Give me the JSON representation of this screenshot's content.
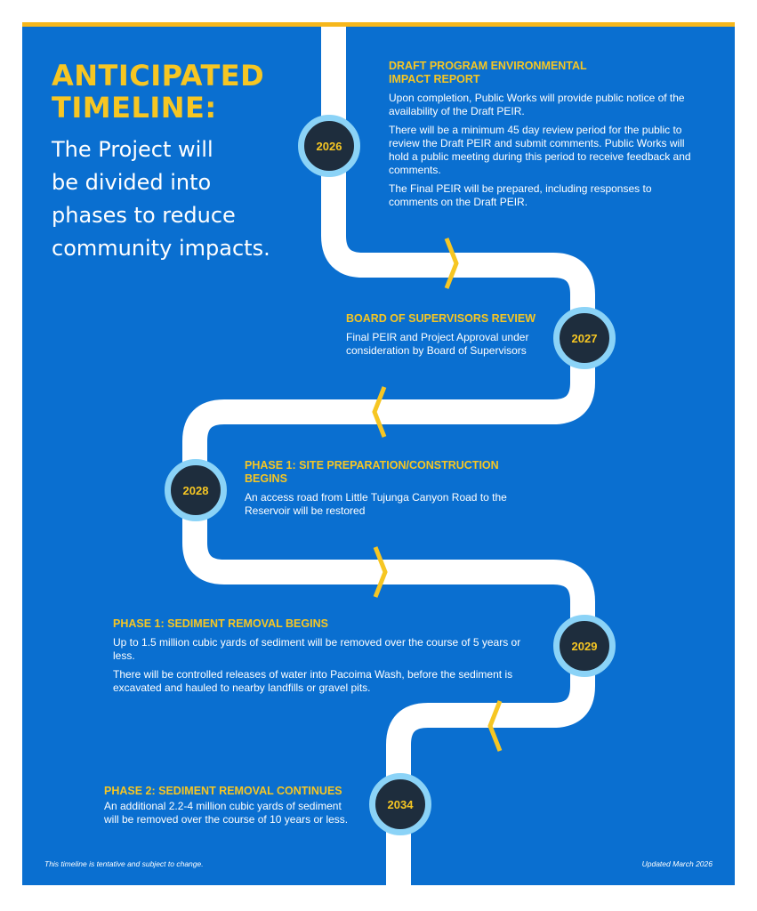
{
  "header": {
    "title_lines": [
      "ANTICIPATED",
      "TIMELINE:"
    ],
    "subtitle_lines": [
      "The Project will",
      "be divided into",
      "phases to reduce",
      "community impacts."
    ]
  },
  "milestones": [
    {
      "year": "2026",
      "heading_lines": [
        "DRAFT PROGRAM ENVIRONMENTAL",
        "IMPACT REPORT"
      ],
      "paragraphs": [
        "Upon completion, Public Works will provide public notice of the availability of the Draft PEIR.",
        "There will be a minimum 45 day review period for the public to review the Draft PEIR and submit comments. Public Works will hold a public meeting during this period to receive feedback and comments.",
        "The Final PEIR will be prepared, including responses to comments on the Draft PEIR."
      ]
    },
    {
      "year": "2027",
      "heading_lines": [
        "BOARD OF SUPERVISORS REVIEW"
      ],
      "paragraphs": [
        "Final PEIR and Project Approval under consideration by Board of Supervisors"
      ]
    },
    {
      "year": "2028",
      "heading_lines": [
        "PHASE 1:  SITE PREPARATION/CONSTRUCTION",
        "BEGINS"
      ],
      "paragraphs": [
        "An access road from Little Tujunga Canyon Road to the Reservoir will be restored"
      ]
    },
    {
      "year": "2029",
      "heading_lines": [
        "PHASE 1:  SEDIMENT REMOVAL BEGINS"
      ],
      "paragraphs": [
        "Up to 1.5 million cubic yards of sediment will be removed over the course of 5 years or less.",
        "There will be controlled releases of water into Pacoima Wash, before the sediment is excavated and hauled to nearby landfills or gravel pits."
      ]
    },
    {
      "year": "2034",
      "heading_lines": [
        "PHASE 2:  SEDIMENT REMOVAL CONTINUES"
      ],
      "paragraphs": [
        "An additional 2.2-4 million cubic yards of sediment will be removed over the course of 10 years or less."
      ]
    }
  ],
  "footer": {
    "disclaimer": "This timeline is tentative and subject to change.",
    "updated": "Updated March 2026"
  },
  "colors": {
    "background": "#0a6fd0",
    "accent": "#f6c623",
    "road": "#ffffff",
    "year_circle": "#1e2d3d",
    "year_ring": "#8bd3f7"
  }
}
